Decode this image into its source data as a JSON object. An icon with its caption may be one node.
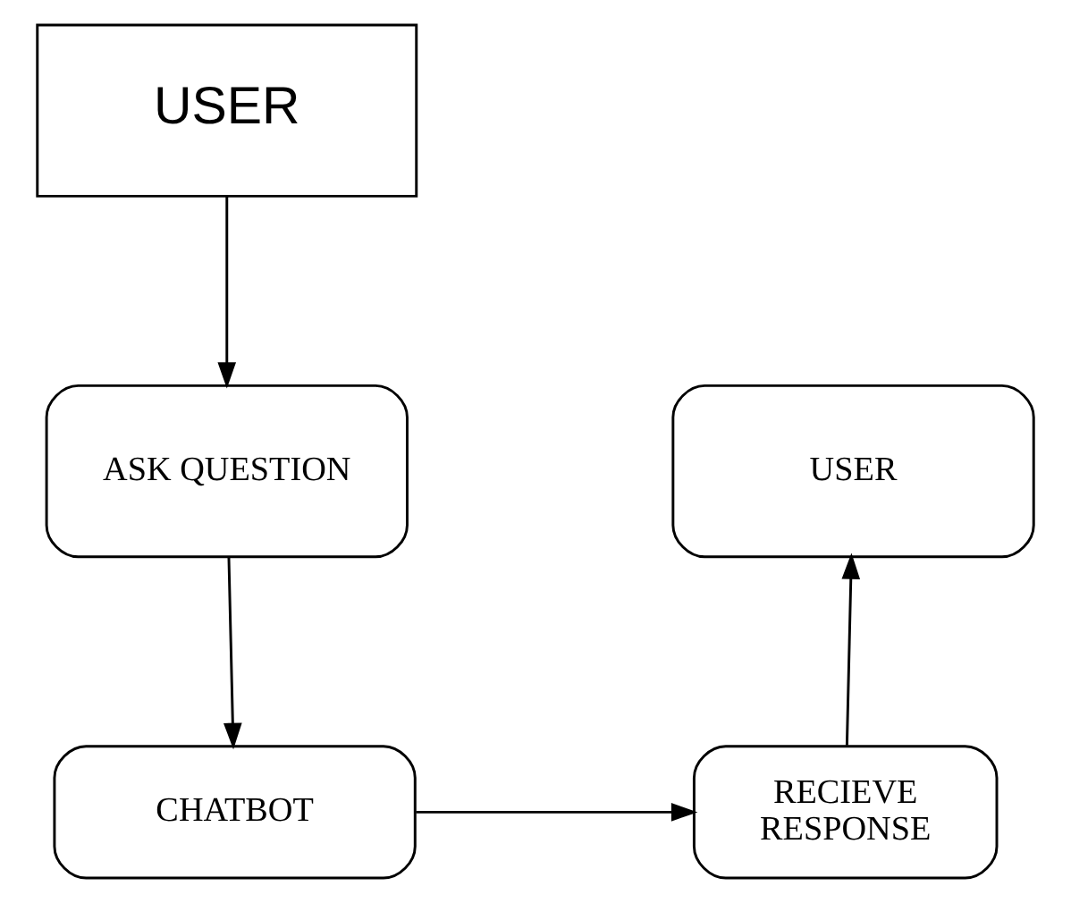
{
  "diagram": {
    "nodes": [
      {
        "text": [
          "USER"
        ]
      },
      {
        "text": [
          "ASK QUESTION"
        ]
      },
      {
        "text": [
          "CHATBOT"
        ]
      },
      {
        "text": [
          "RECIEVE RESPONSE"
        ]
      },
      {
        "text": [
          "USER"
        ]
      }
    ],
    "edges": [
      {
        "from": 0,
        "to": 1,
        "arrow": "to"
      },
      {
        "from": 1,
        "to": 2,
        "arrow": "to"
      },
      {
        "from": 2,
        "to": 3,
        "arrow": "to"
      },
      {
        "from": 3,
        "to": 4,
        "arrow": "to"
      }
    ]
  }
}
